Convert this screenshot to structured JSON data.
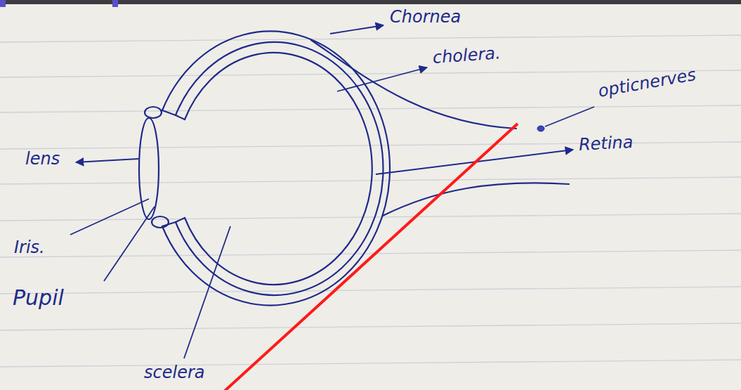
{
  "diagram": {
    "labels": [
      "Chornea",
      "cholera.",
      "opticnerves",
      "Retina",
      "lens",
      "Iris.",
      "Pupil",
      "scelera"
    ]
  }
}
